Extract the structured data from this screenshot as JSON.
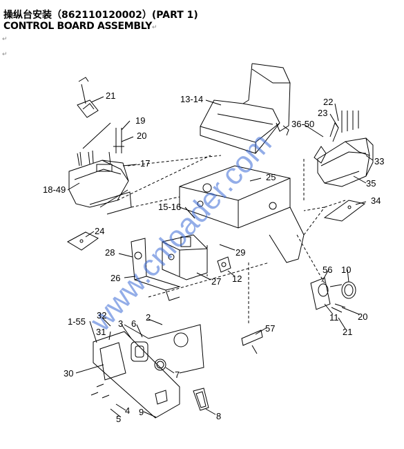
{
  "title": {
    "zh": "操纵台安装（862110120002）(PART 1)",
    "en": "CONTROL BOARD ASSEMBLY",
    "return_mark": "↵"
  },
  "watermark": "www.cnloader.com",
  "callouts": {
    "c21a": "21",
    "c13_14": "13-14",
    "c22": "22",
    "c23": "23",
    "c36_50": "36-50",
    "c19": "19",
    "c20a": "20",
    "c17": "17",
    "c33": "33",
    "c25": "25",
    "c35": "35",
    "c18_49": "18-49",
    "c34": "34",
    "c15_16": "15-16",
    "c24": "24",
    "c28": "28",
    "c29": "29",
    "c26": "26",
    "c27": "27",
    "c12": "12",
    "c56": "56",
    "c10": "10",
    "c2": "2",
    "c32": "32",
    "c1_55": "1-55",
    "c3": "3",
    "c6": "6",
    "c31": "31",
    "c11": "11",
    "c20b": "20",
    "c21b": "21",
    "c57": "57",
    "c30": "30",
    "c7": "7",
    "c4": "4",
    "c5": "5",
    "c9": "9",
    "c8": "8"
  },
  "colors": {
    "line": "#000000",
    "watermark": "#3b6bd6"
  }
}
